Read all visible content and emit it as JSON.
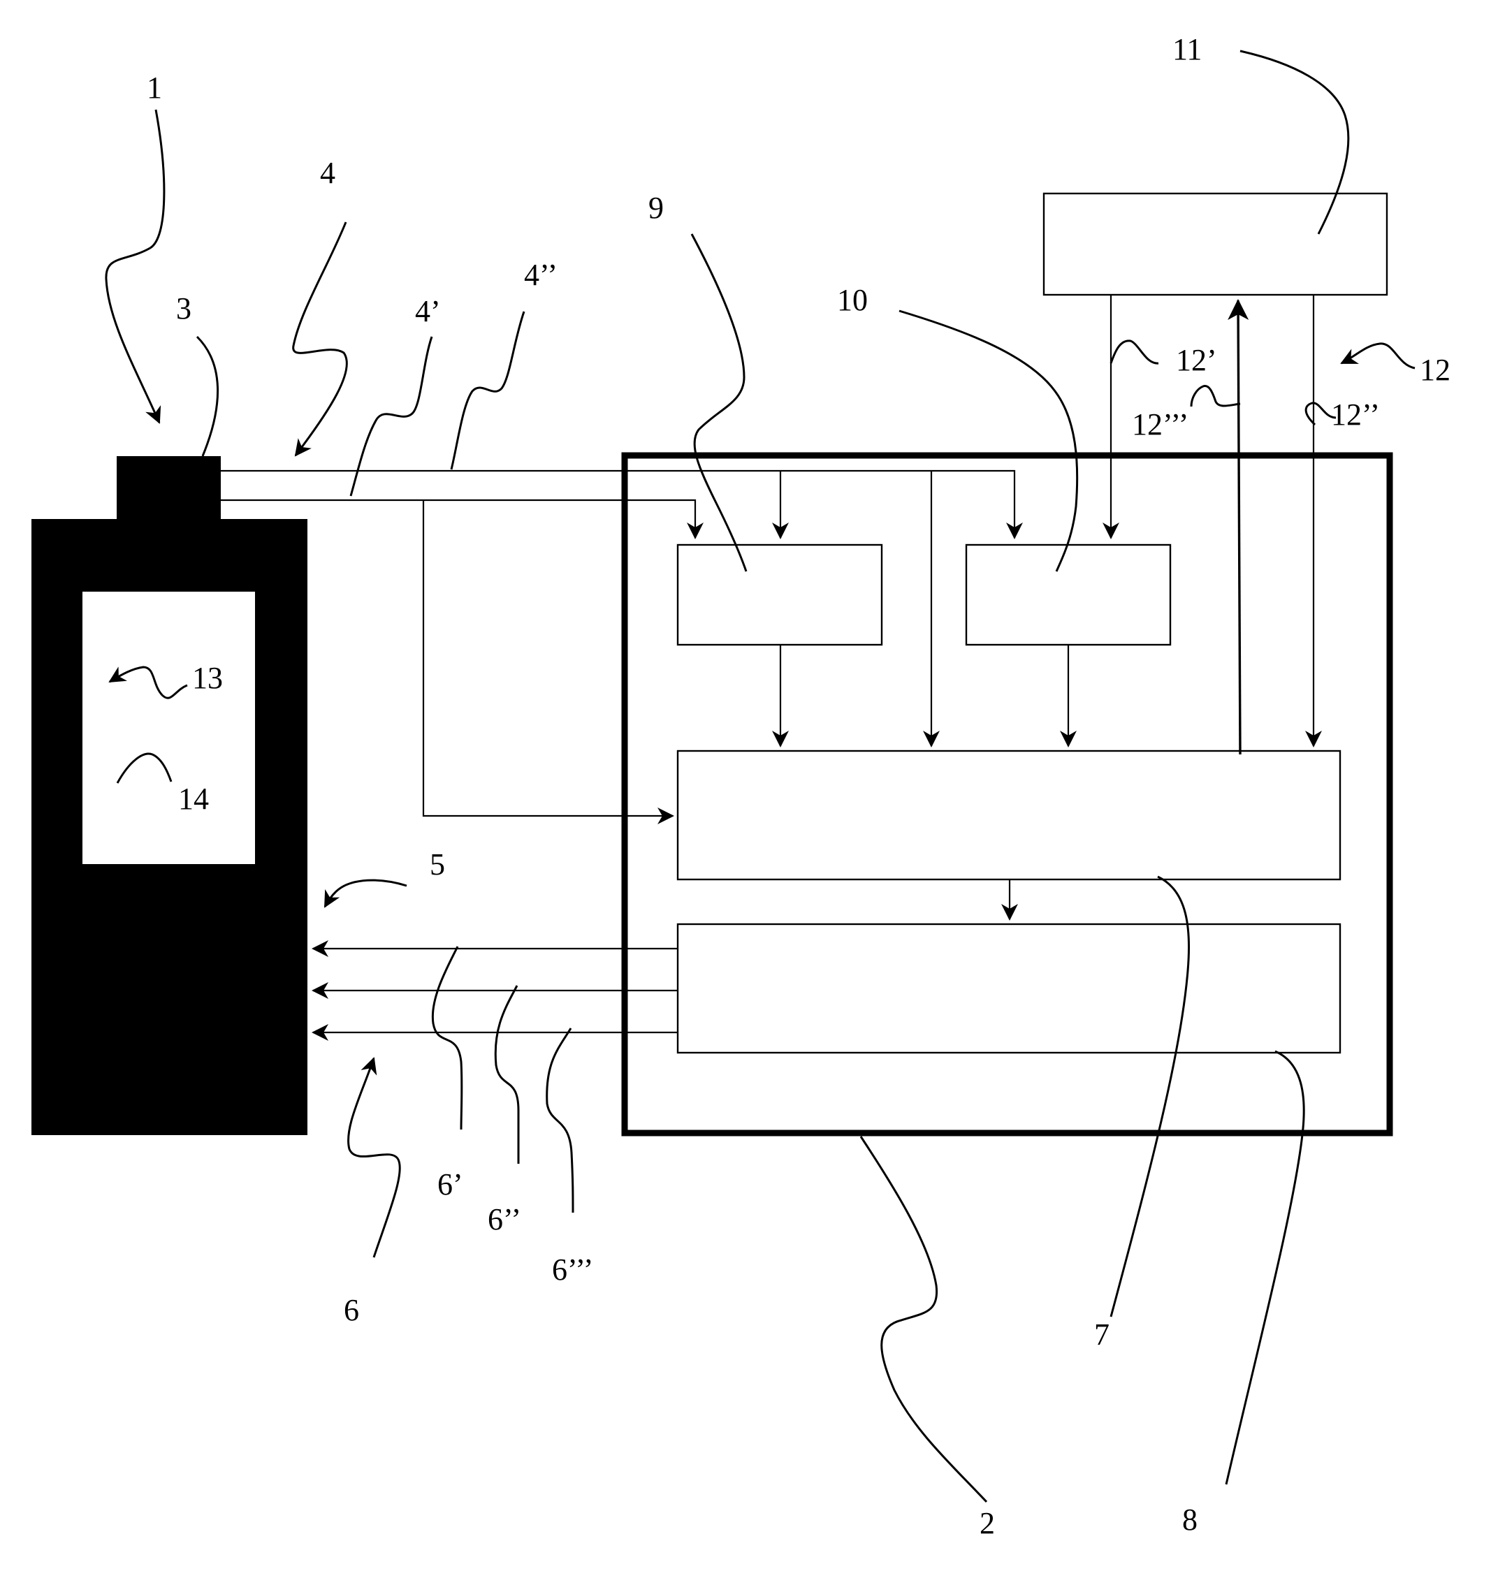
{
  "colors": {
    "ink": "#000000",
    "paper": "#ffffff"
  },
  "labels": {
    "l1": "1",
    "l2": "2",
    "l3": "3",
    "l4": "4",
    "l4p": "4’",
    "l4pp": "4’’",
    "l5": "5",
    "l6": "6",
    "l6p": "6’",
    "l6pp": "6’’",
    "l6ppp": "6’’’",
    "l7": "7",
    "l8": "8",
    "l9": "9",
    "l10": "10",
    "l11": "11",
    "l12": "12",
    "l12p": "12’",
    "l12pp": "12’’",
    "l12ppp": "12’’’",
    "l13": "13",
    "l14": "14"
  }
}
